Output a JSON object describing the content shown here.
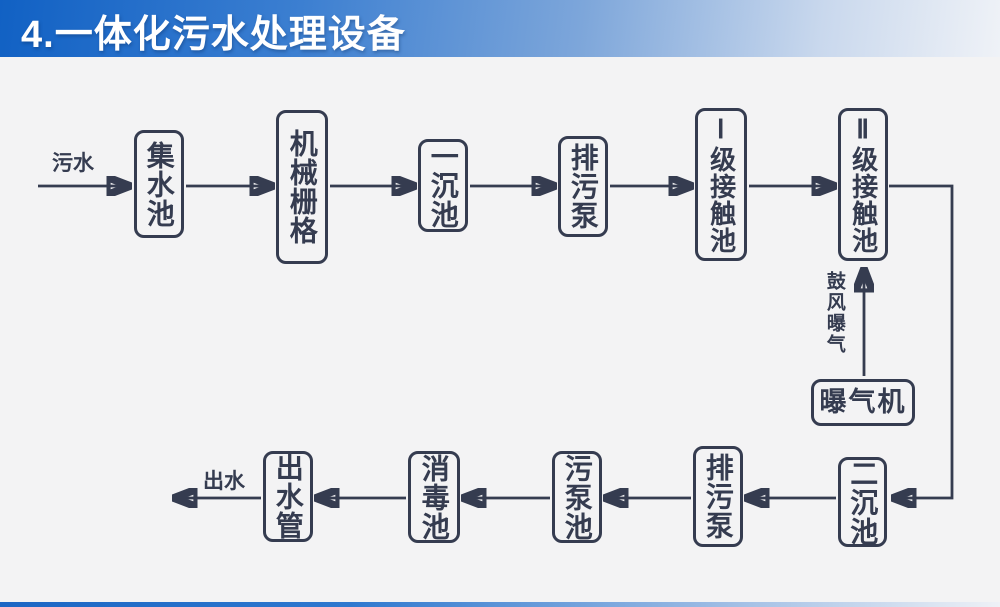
{
  "slide": {
    "title": "4.一体化污水处理设备",
    "colors": {
      "header_gradient_start": "#1161c4",
      "header_gradient_end": "#eff2f7",
      "footer_gradient_start": "#1b66c4",
      "ink": "#353c50",
      "background": "#f3f3f4",
      "title_color": "#ffffff"
    }
  },
  "flowchart": {
    "inflow_label": "污水",
    "outflow_label": "出水",
    "aeration_label": "鼓风曝气",
    "top_row": [
      "集水池",
      "机械栅格",
      "一沉池",
      "排污泵",
      "Ⅰ级接触池",
      "Ⅱ级接触池"
    ],
    "aerator_label": "曝气机",
    "bottom_row": [
      "二沉池",
      "排污泵",
      "污泵池",
      "消毒池",
      "出水管"
    ]
  }
}
